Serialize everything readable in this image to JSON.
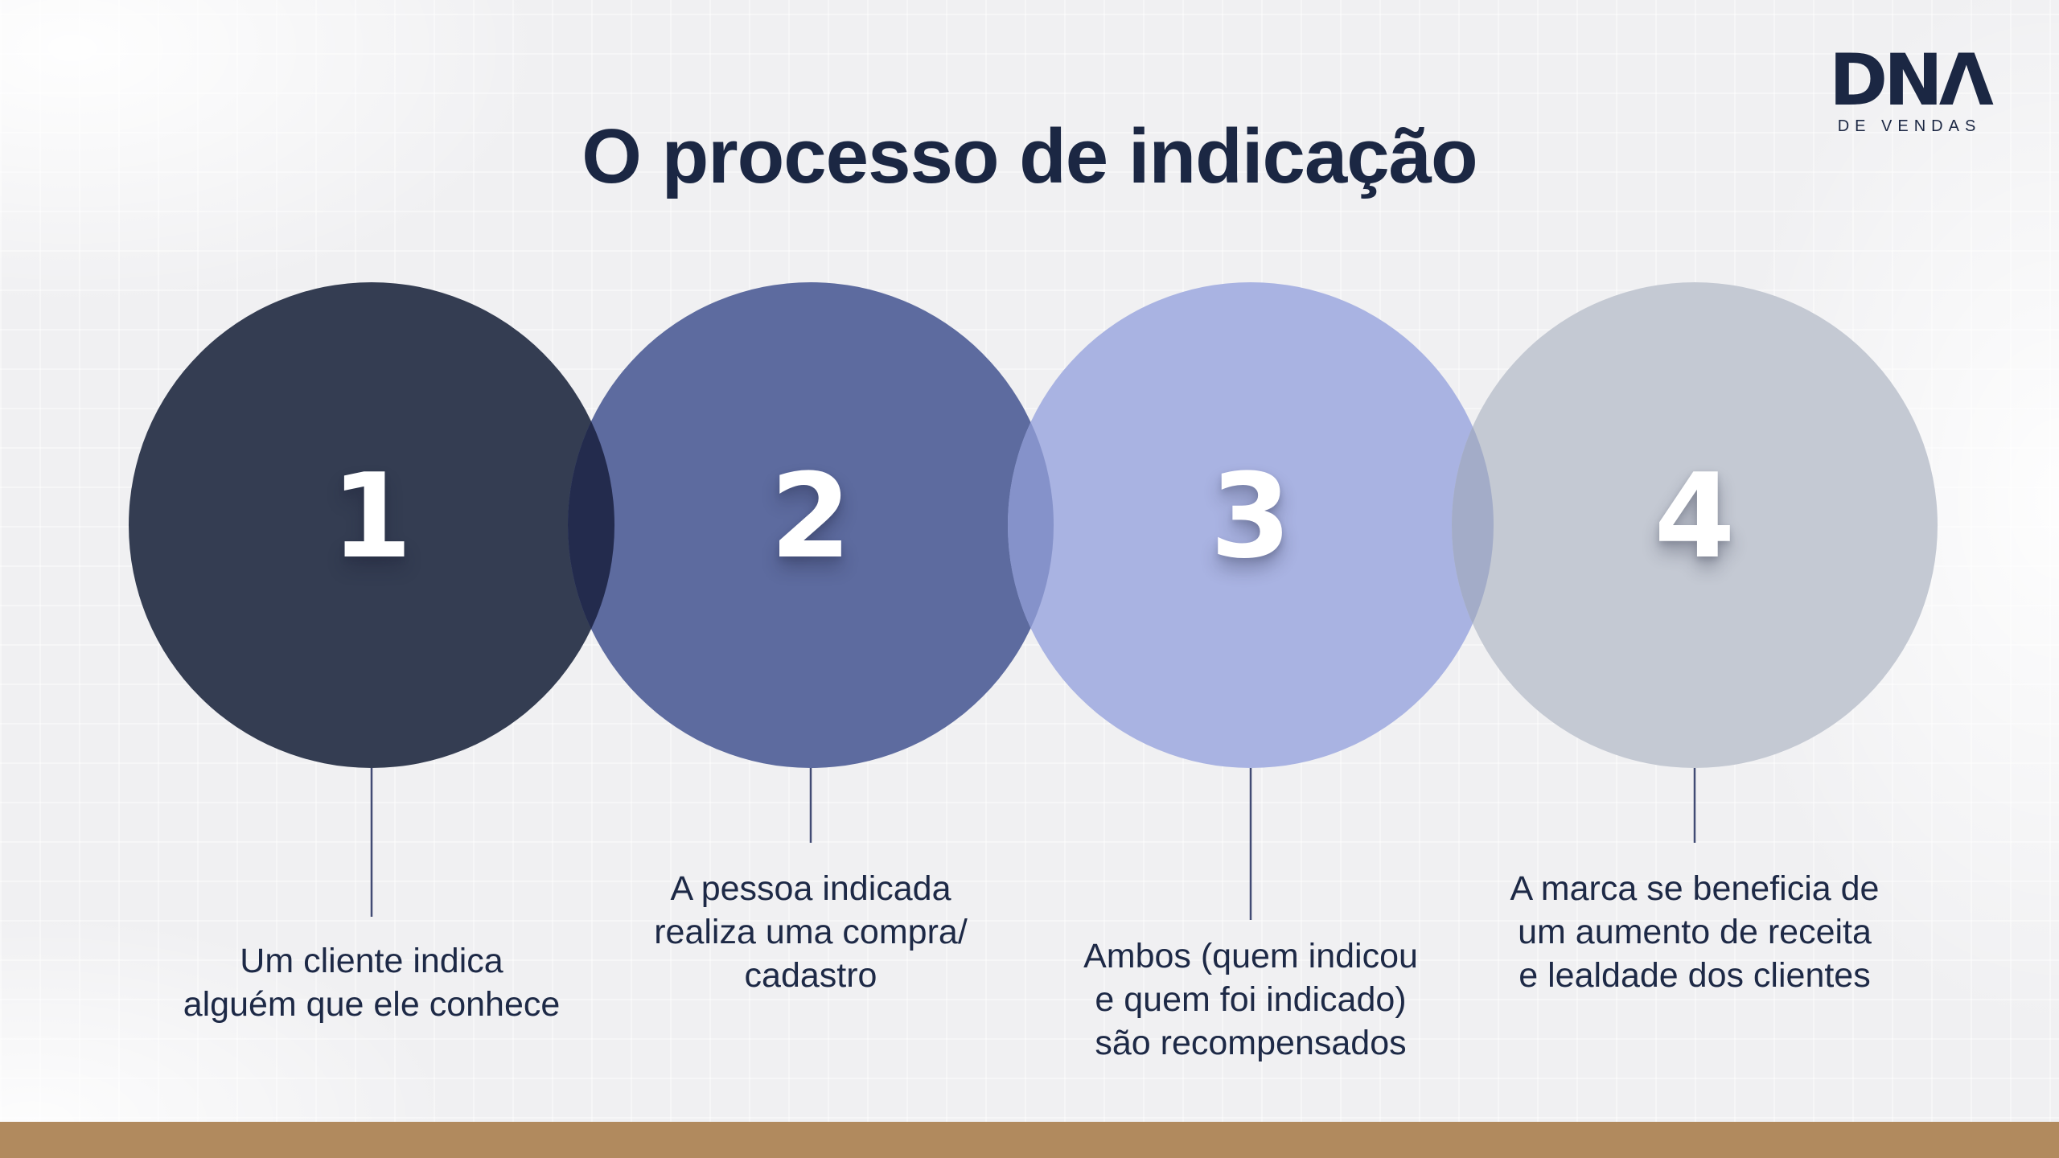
{
  "slide": {
    "title": "O processo de indicação",
    "logo": {
      "wordmark": "DNΛ",
      "subtitle": "DE VENDAS"
    },
    "steps": [
      {
        "number": "1",
        "description": "Um cliente indica\nalguém que ele conhece",
        "circle_color": "#343D52"
      },
      {
        "number": "2",
        "description": "A pessoa indicada\nrealiza uma compra/\ncadastro",
        "circle_color": "#5D6B9F"
      },
      {
        "number": "3",
        "description": "Ambos (quem indicou\ne quem foi indicado)\nsão recompensados",
        "circle_color": "#A9B3E2"
      },
      {
        "number": "4",
        "description": "A marca se beneficia de\num aumento de receita\ne lealdade dos clientes",
        "circle_color": "#C4C9D3"
      }
    ],
    "overlap_colors": [
      "#232B4D",
      "#8592CA",
      "#A3ACC8"
    ],
    "colors": {
      "background": "#F0F0F2",
      "title_text": "#1B2743",
      "body_text": "#1D2946",
      "number_text": "#FFFFFF",
      "connector": "#414B74",
      "footer_bar": "#B18A5E",
      "logo": "#1B2743"
    }
  }
}
